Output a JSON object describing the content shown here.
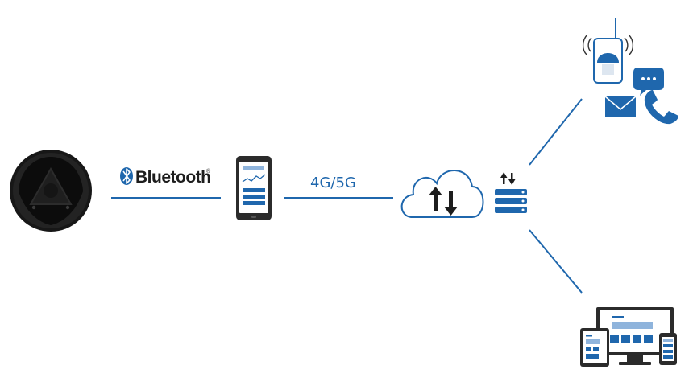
{
  "connections": {
    "bluetooth_label": "Bluetooth",
    "bluetooth_mark": "®",
    "network_label": "4G/5G"
  },
  "nodes": [
    {
      "name": "wearable-sensor",
      "icon": "round-black-device-icon"
    },
    {
      "name": "smartphone-app",
      "icon": "phone-app-icon"
    },
    {
      "name": "cloud",
      "icon": "cloud-upload-download-icon"
    },
    {
      "name": "server",
      "icon": "server-stack-icon"
    },
    {
      "name": "alerts",
      "icons": [
        "pager-icon",
        "chat-bubble-icon",
        "envelope-icon",
        "phone-handset-icon"
      ]
    },
    {
      "name": "dashboards",
      "icon": "multi-device-dashboard-icon"
    }
  ],
  "colors": {
    "line": "#1f67ad",
    "accent": "#1f67ad",
    "light_accent": "#8fb4dc",
    "device_dark": "#1c1c1c"
  }
}
